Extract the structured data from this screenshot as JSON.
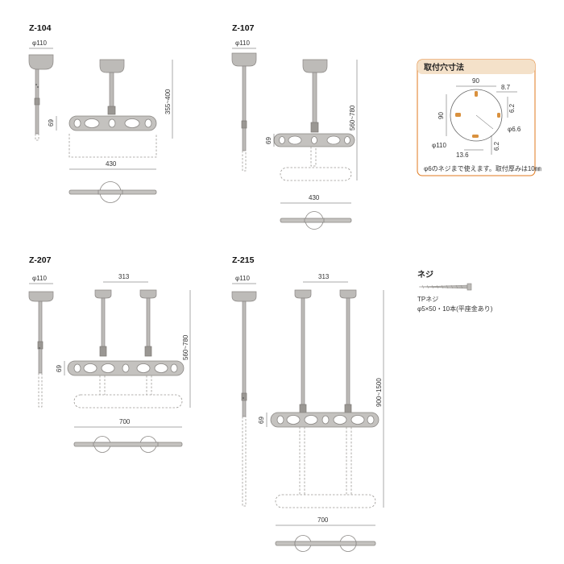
{
  "models": {
    "z104": {
      "name": "Z-104",
      "base_dia": "φ110",
      "height_range": "355~400",
      "bar_height": "69",
      "bar_width": "430"
    },
    "z107": {
      "name": "Z-107",
      "base_dia": "φ110",
      "height_range": "560~780",
      "bar_height": "69",
      "bar_width": "430"
    },
    "z207": {
      "name": "Z-207",
      "base_dia": "φ110",
      "pole_spacing": "313",
      "height_range": "560~780",
      "bar_height": "69",
      "bar_width": "700"
    },
    "z215": {
      "name": "Z-215",
      "base_dia": "φ110",
      "pole_spacing": "313",
      "height_range": "900~1500",
      "bar_height": "69",
      "bar_width": "700"
    }
  },
  "mounting": {
    "title": "取付穴寸法",
    "dim_top": "90",
    "dim_offset": "8.7",
    "dim_side": "90",
    "dim_gap": "6.2",
    "hole_dia": "φ6.6",
    "base_dia": "φ110",
    "dim_bottom": "13.6",
    "dim_gap2": "6.2",
    "note": "φ6のネジまで使えます。取付厚みは10㎜",
    "accent_color": "#e07a1f"
  },
  "screw": {
    "title": "ネジ",
    "type": "TPネジ",
    "spec": "φ5×50・10本(平座金あり)"
  }
}
